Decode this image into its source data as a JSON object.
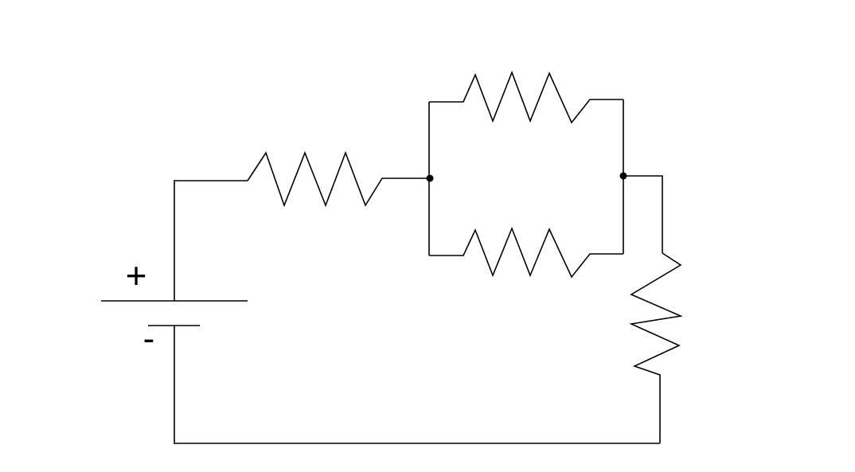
{
  "diagram": {
    "type": "circuit-schematic",
    "components": [
      {
        "kind": "battery",
        "terminals": [
          "+",
          "-"
        ]
      },
      {
        "kind": "resistor",
        "role": "series"
      },
      {
        "kind": "resistor",
        "role": "parallel-top"
      },
      {
        "kind": "resistor",
        "role": "parallel-bottom"
      },
      {
        "kind": "resistor",
        "role": "series-right"
      }
    ],
    "junction_nodes": 2
  },
  "labels": {
    "battery_positive": "+",
    "battery_negative": "-"
  },
  "colors": {
    "stroke": "#000000",
    "background": "#ffffff"
  }
}
